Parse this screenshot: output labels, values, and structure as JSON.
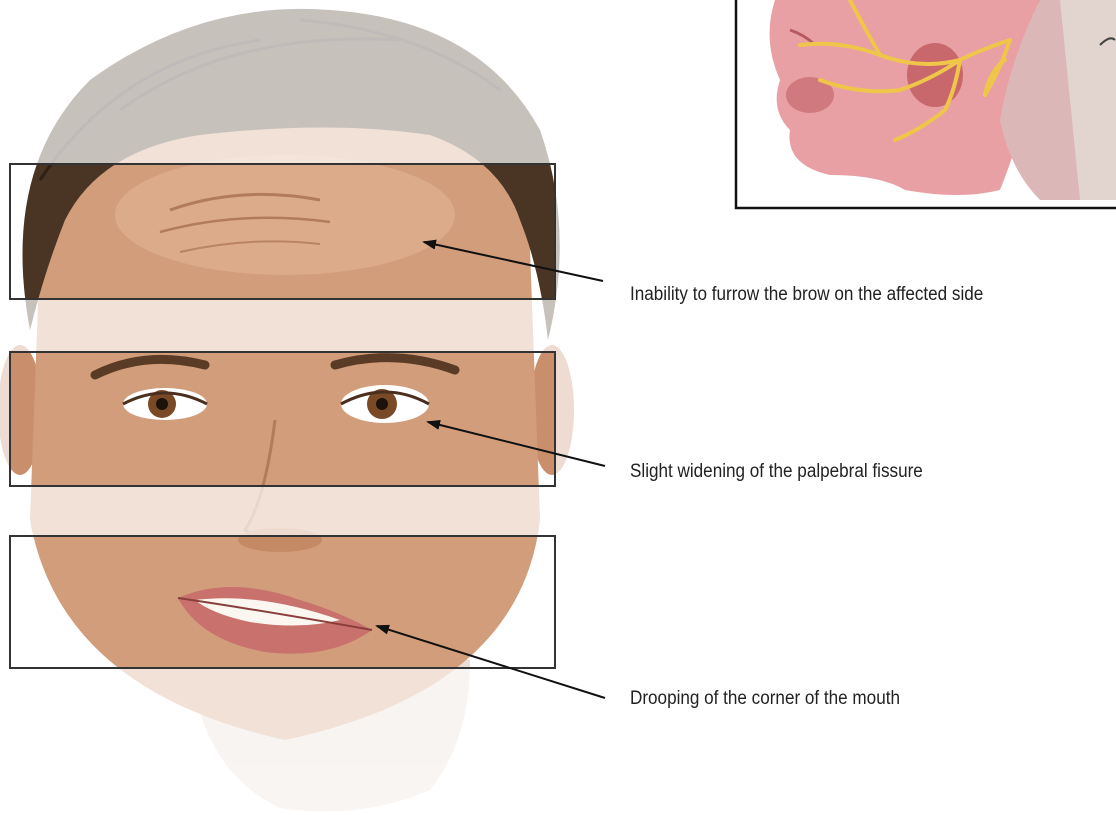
{
  "annotations": [
    {
      "id": "brow",
      "text": "Inability to furrow the brow on the affected side"
    },
    {
      "id": "eye",
      "text": "Slight widening of the palpebral fissure"
    },
    {
      "id": "mouth",
      "text": "Drooping of the corner of the mouth"
    }
  ],
  "colors": {
    "skin": "#cf9a78",
    "skin_faded": "#ede3dc",
    "hair": "#4a3424",
    "hair_faded": "#c9c5c0",
    "iris": "#7a4a26",
    "lips": "#c9716d",
    "frame": "#333333",
    "arrow": "#111111",
    "muscle": "#e8a0a4",
    "nerve": "#f0c64a"
  },
  "icons": {
    "inset": "facial-nerve-anatomy-illustration"
  }
}
